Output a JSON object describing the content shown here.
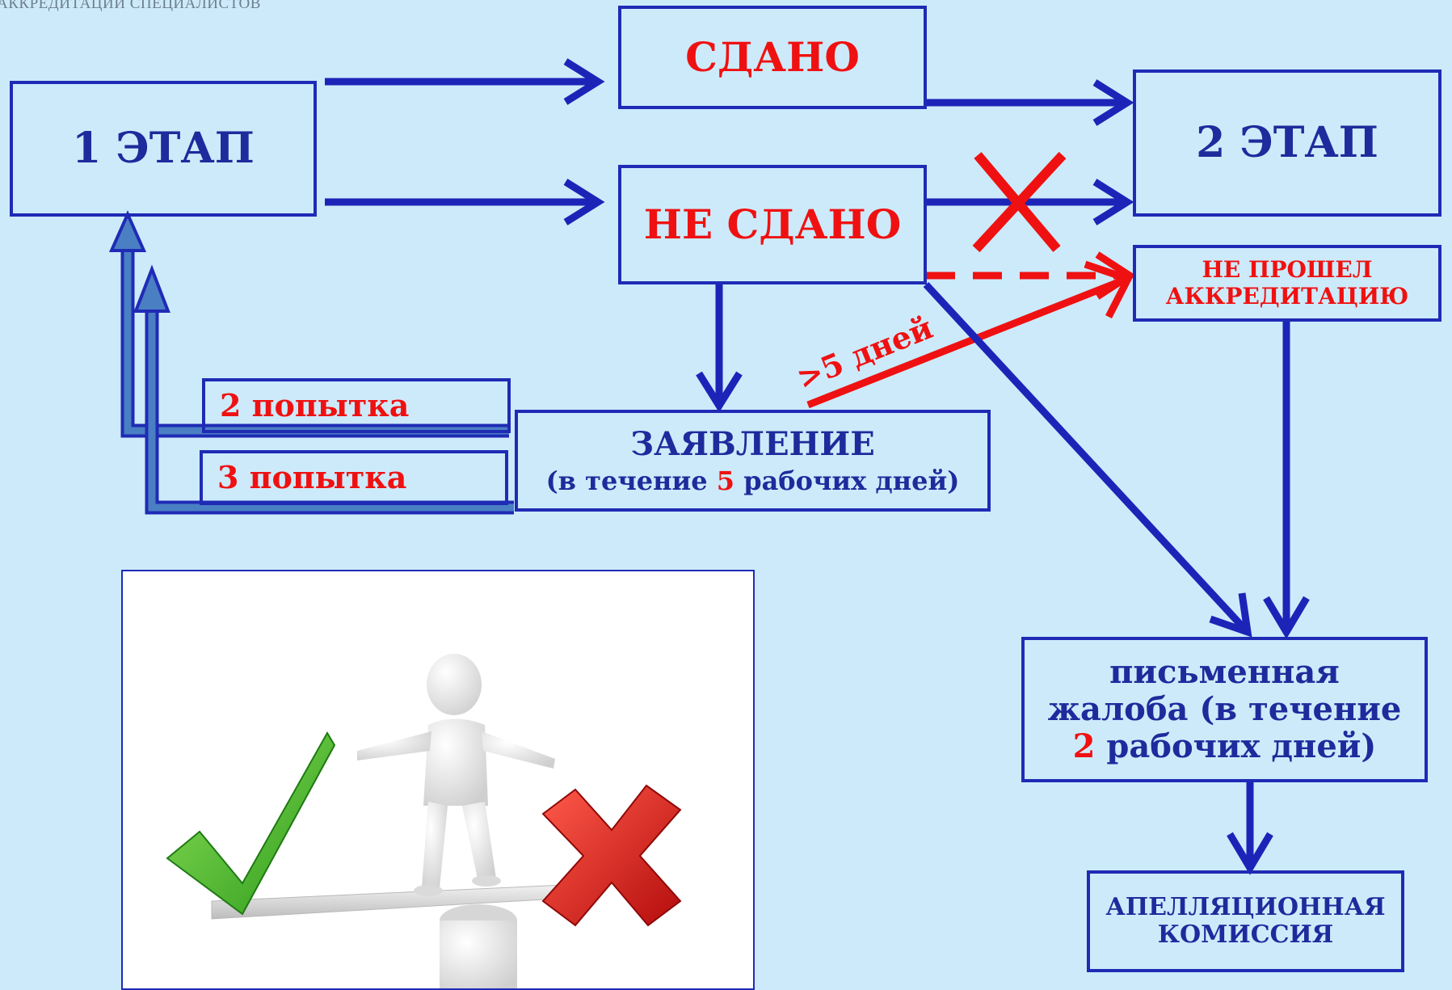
{
  "header": {
    "text": "АККРЕДИТАЦИИ СПЕЦИАЛИСТОВ"
  },
  "nodes": {
    "stage1": "1 ЭТАП",
    "passed": "СДАНО",
    "failed": "НЕ СДАНО",
    "stage2": "2 ЭТАП",
    "not_passed_line1": "НЕ ПРОШЕЛ",
    "not_passed_line2": "АККРЕДИТАЦИЮ",
    "application_title": "ЗАЯВЛЕНИЕ",
    "application_pre": "(в течение ",
    "application_num": "5",
    "application_post": " рабочих дней)",
    "attempt2_num": "2",
    "attempt2_text": " попытка",
    "attempt3_num": "3",
    "attempt3_text": " попытка",
    "complaint_line1": "письменная",
    "complaint_line2": "жалоба (в течение",
    "complaint_num": "2",
    "complaint_line3_rest": " рабочих дней)",
    "appeal_line1": "АПЕЛЛЯЦИОННАЯ",
    "appeal_line2": "КОМИССИЯ"
  },
  "edge_labels": {
    "more_than_5_days": ">5 дней"
  },
  "colors": {
    "background": "#cdeafa",
    "box_border": "#1f2bb5",
    "blue_text": "#1f2a9c",
    "red": "#ef1111",
    "arrow_blue": "#1c24b8",
    "return_arrow": "#4a7fc4"
  }
}
